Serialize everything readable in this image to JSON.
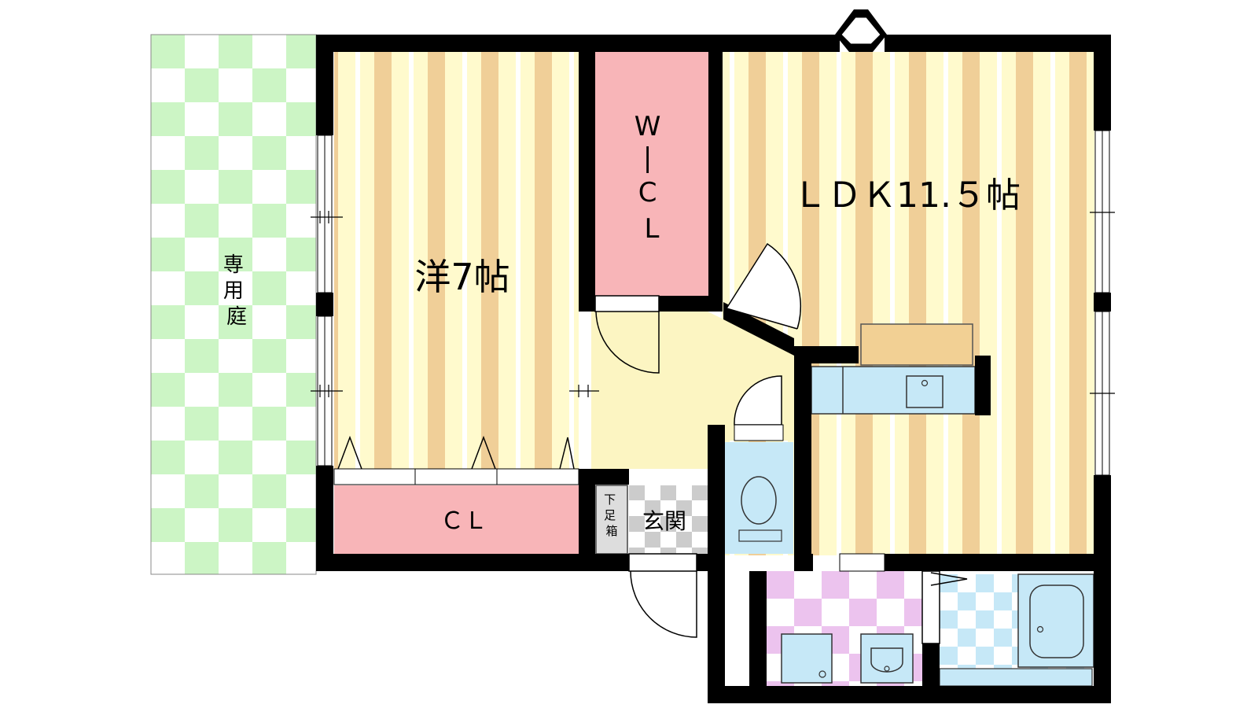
{
  "labels": {
    "garden": [
      "専",
      "用",
      "庭"
    ],
    "western_room": "洋7帖",
    "wic": [
      "W",
      "|",
      "C",
      "L"
    ],
    "ldk": "ＬＤＫ11.５帖",
    "closet": "ＣＬ",
    "entrance": "玄関",
    "shoe_box": [
      "下",
      "足",
      "箱"
    ]
  },
  "colors": {
    "wall": "#000000",
    "floor_stripe_a": "#fffacd",
    "floor_stripe_b": "#f0cf98",
    "closet": "#f8b5b8",
    "garden_a": "#ccf5c5",
    "garden_b": "#ffffff",
    "hall": "#fcf5c2",
    "water": "#c6e8f7",
    "washroom_check": "#ecc3ee",
    "entrance_check": "#cccccc",
    "counter": "#f2d094"
  },
  "icons": [
    "door-swing-icon",
    "toilet-icon",
    "sink-icon",
    "bathtub-icon",
    "washbasin-icon",
    "washing-machine-icon"
  ]
}
